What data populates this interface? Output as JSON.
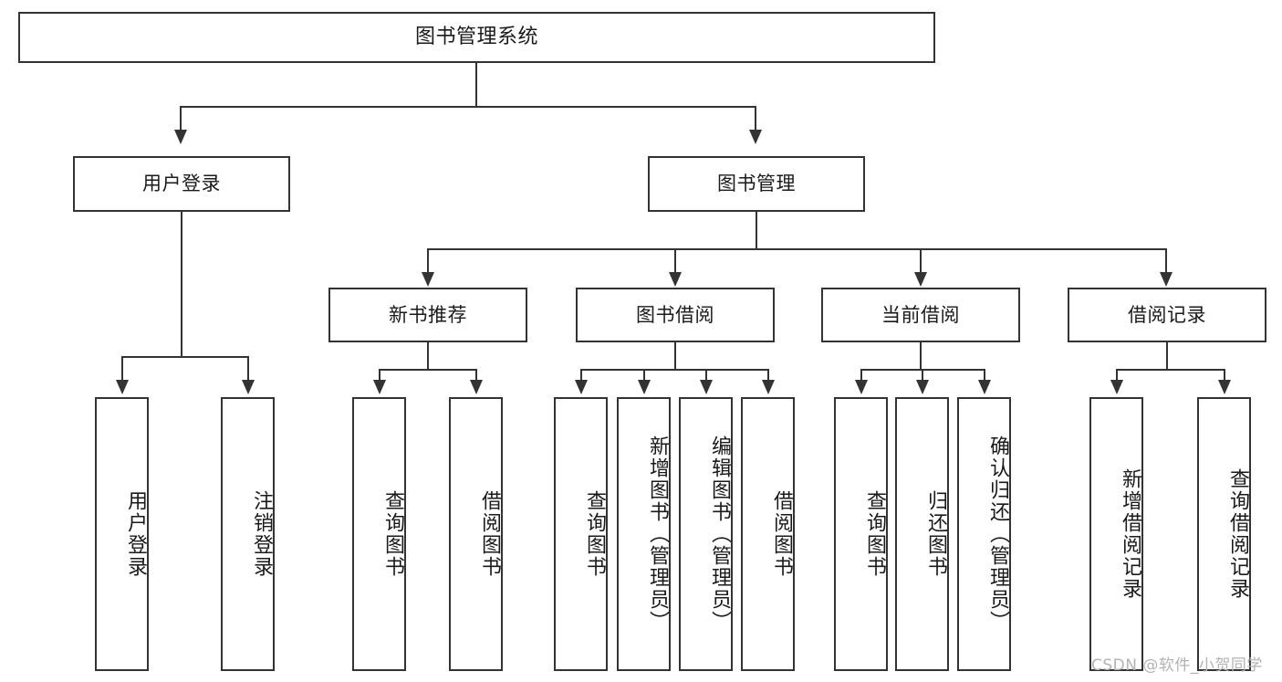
{
  "diagram": {
    "type": "tree-hierarchy",
    "title": "图书管理系统",
    "watermark": "CSDN @软件_小贺同学",
    "colors": {
      "stroke": "#333333",
      "fill": "#ffffff",
      "text": "#1a1a1a",
      "watermark": "#b3b3b3"
    },
    "root": {
      "label": "图书管理系统"
    },
    "level2": [
      {
        "label": "用户登录"
      },
      {
        "label": "图书管理"
      }
    ],
    "level3": [
      {
        "label": "新书推荐"
      },
      {
        "label": "图书借阅"
      },
      {
        "label": "当前借阅"
      },
      {
        "label": "借阅记录"
      }
    ],
    "leaves_user_login": [
      {
        "label": "用户登录"
      },
      {
        "label": "注销登录"
      }
    ],
    "leaves_new_book": [
      {
        "label": "查询图书"
      },
      {
        "label": "借阅图书"
      }
    ],
    "leaves_borrow": [
      {
        "label": "查询图书"
      },
      {
        "label": "新增图书（管理员）"
      },
      {
        "label": "编辑图书（管理员）"
      },
      {
        "label": "借阅图书"
      }
    ],
    "leaves_current": [
      {
        "label": "查询图书"
      },
      {
        "label": "归还图书"
      },
      {
        "label": "确认归还（管理员）"
      }
    ],
    "leaves_records": [
      {
        "label": "新增借阅记录"
      },
      {
        "label": "查询借阅记录"
      }
    ]
  }
}
